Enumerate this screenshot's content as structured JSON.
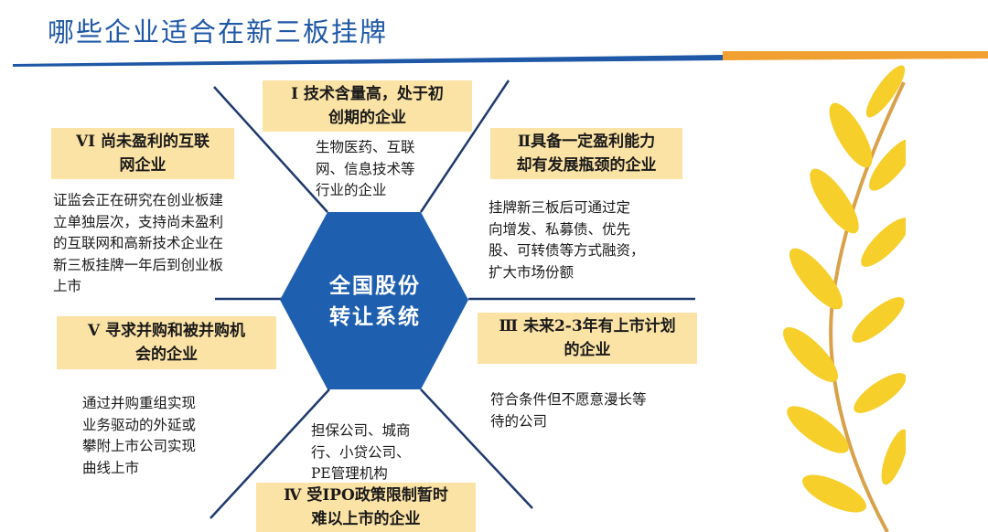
{
  "title": "哪些企业适合在新三板挂牌",
  "colors": {
    "title": "#1f58a6",
    "hex_fill": "#1f5fb0",
    "line": "#1f3a6e",
    "box_fill": "#fbe3a6",
    "accent_orange": "#f0a030",
    "leaf": "#f6cf2a",
    "stem": "#d9a14a"
  },
  "center": {
    "line1": "全国股份",
    "line2": "转让系统"
  },
  "categories": [
    {
      "title_lines": [
        "I  技术含量高，处于初",
        "创期的企业"
      ],
      "desc_lines": [
        "生物医药、互联",
        "网、信息技术等",
        "行业的企业"
      ]
    },
    {
      "title_lines": [
        "Ⅱ具备一定盈利能力",
        "却有发展瓶颈的企业"
      ],
      "desc_lines": [
        "挂牌新三板后可通过定",
        "向增发、私募债、优先",
        "股、可转债等方式融资，",
        "扩大市场份额"
      ]
    },
    {
      "title_lines": [
        "Ⅲ 未来2-3年有上市计划",
        "的企业"
      ],
      "desc_lines": [
        "符合条件但不愿意漫长等",
        "待的公司"
      ]
    },
    {
      "title_lines": [
        "Ⅳ 受IPO政策限制暂时",
        "难以上市的企业"
      ],
      "desc_lines": [
        "担保公司、城商",
        "行、小贷公司、",
        "PE管理机构"
      ]
    },
    {
      "title_lines": [
        "V  寻求并购和被并购机",
        "会的企业"
      ],
      "desc_lines": [
        "通过并购重组实现",
        "业务驱动的外延或",
        "攀附上市公司实现",
        "曲线上市"
      ]
    },
    {
      "title_lines": [
        "VI 尚未盈利的互联",
        "网企业"
      ],
      "desc_lines": [
        "证监会正在研究在创业板建",
        "立单独层次，支持尚未盈利",
        "的互联网和高新技术企业在",
        "新三板挂牌一年后到创业板",
        "上市"
      ]
    }
  ]
}
